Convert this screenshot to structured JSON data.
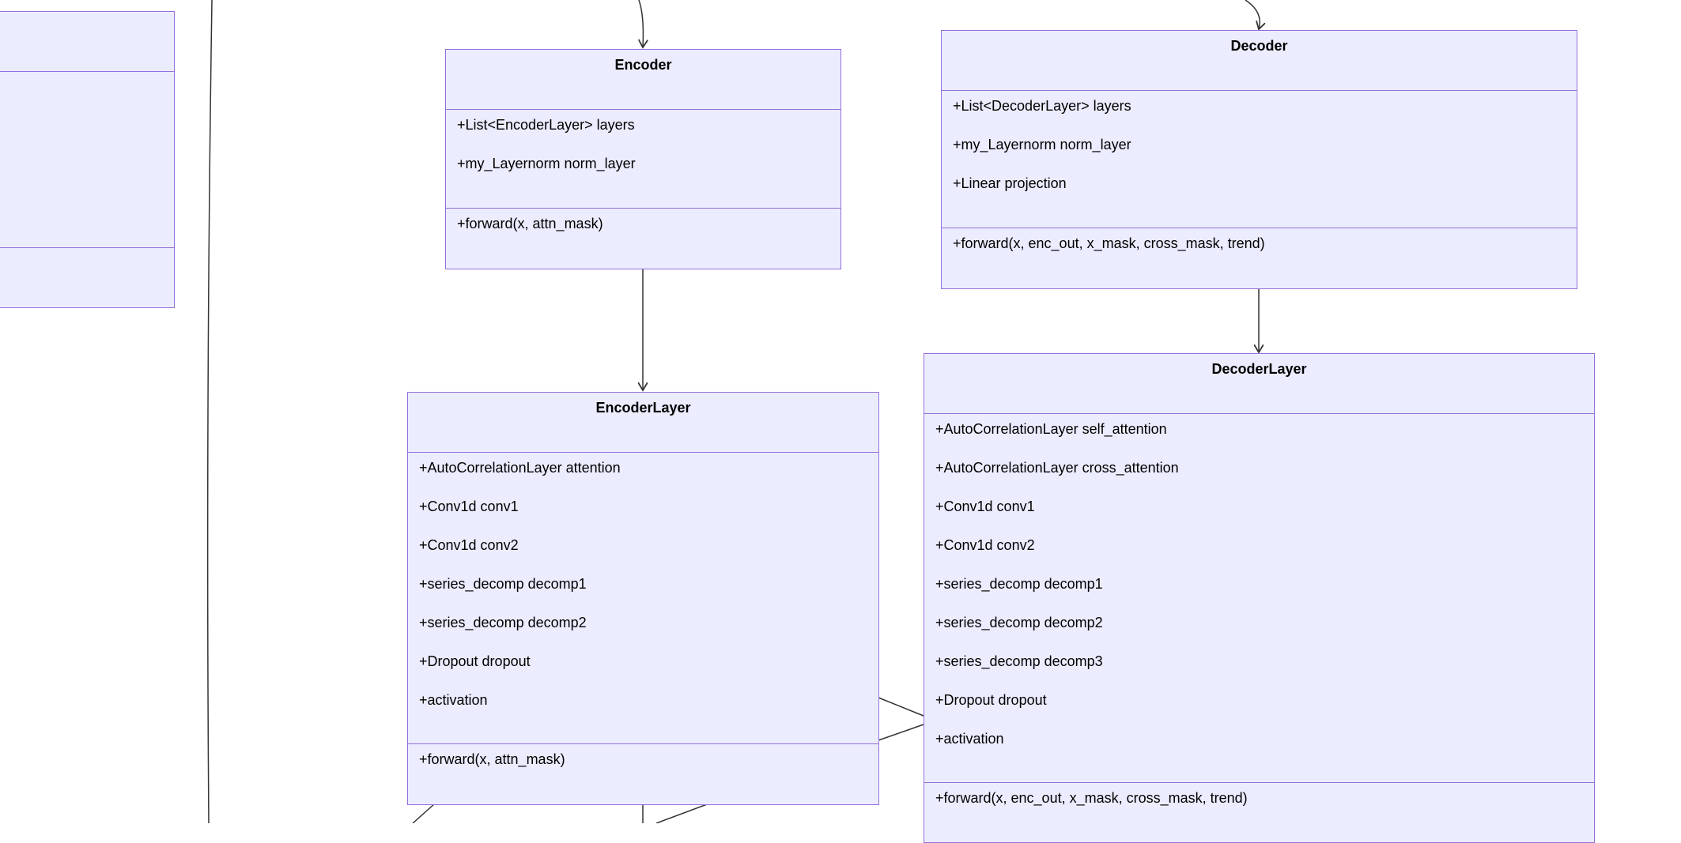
{
  "classes": {
    "unlabeled_left": {
      "title": "",
      "attributes": [],
      "methods": []
    },
    "encoder": {
      "title": "Encoder",
      "attributes": [
        "+List<EncoderLayer> layers",
        "+my_Layernorm norm_layer"
      ],
      "methods": [
        "+forward(x, attn_mask)"
      ]
    },
    "decoder": {
      "title": "Decoder",
      "attributes": [
        "+List<DecoderLayer> layers",
        "+my_Layernorm norm_layer",
        "+Linear projection"
      ],
      "methods": [
        "+forward(x, enc_out, x_mask, cross_mask, trend)"
      ]
    },
    "encoder_layer": {
      "title": "EncoderLayer",
      "attributes": [
        "+AutoCorrelationLayer attention",
        "+Conv1d conv1",
        "+Conv1d conv2",
        "+series_decomp decomp1",
        "+series_decomp decomp2",
        "+Dropout dropout",
        "+activation"
      ],
      "methods": [
        "+forward(x, attn_mask)"
      ]
    },
    "decoder_layer": {
      "title": "DecoderLayer",
      "attributes": [
        "+AutoCorrelationLayer self_attention",
        "+AutoCorrelationLayer cross_attention",
        "+Conv1d conv1",
        "+Conv1d conv2",
        "+series_decomp decomp1",
        "+series_decomp decomp2",
        "+series_decomp decomp3",
        "+Dropout dropout",
        "+activation"
      ],
      "methods": [
        "+forward(x, enc_out, x_mask, cross_mask, trend)"
      ]
    }
  },
  "colors": {
    "box_fill": "#ECECFF",
    "box_border": "#9370DB",
    "edge": "#333333"
  }
}
